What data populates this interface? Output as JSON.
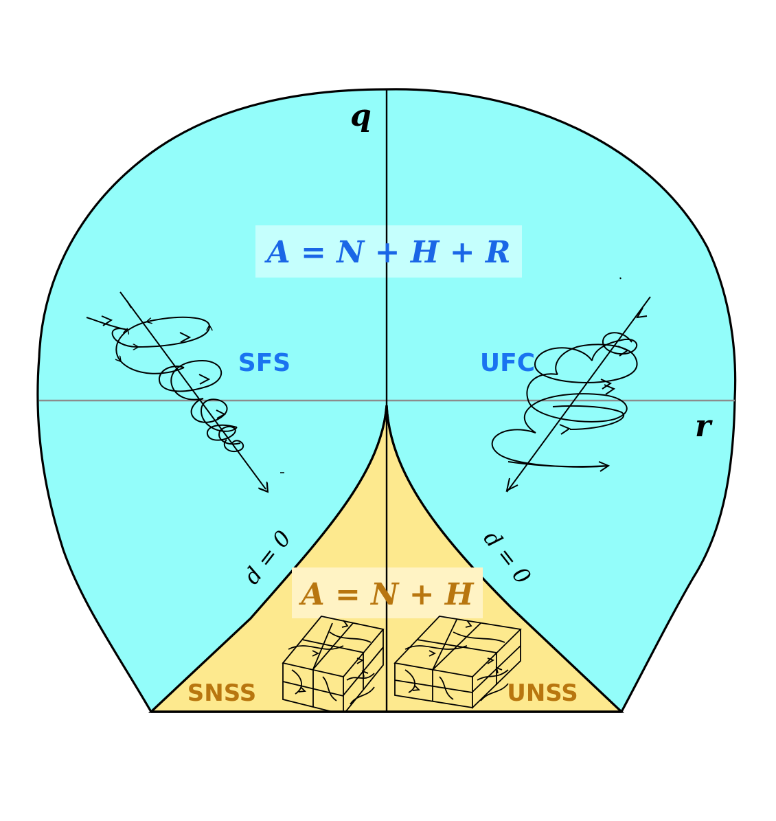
{
  "colors": {
    "outer_region": "#93fdfa",
    "inner_region": "#fde98e",
    "outline": "#000000",
    "axis_gray": "#8c8c8c",
    "blue_text": "#1a73f0",
    "gold_text": "#b8760f"
  },
  "axes": {
    "vertical": "q",
    "horizontal": "r"
  },
  "formulas": {
    "outer": "A = N + H + R",
    "inner": "A = N + H"
  },
  "regions": {
    "upper_left": "SFS",
    "upper_right": "UFC",
    "lower_left": "SNSS",
    "lower_right": "UNSS"
  },
  "boundary_label": "d = 0",
  "icons": {
    "left_orbit": "shrinking-spiral-trajectory-icon",
    "right_orbit": "expanding-spiral-trajectory-icon",
    "left_cube": "flow-network-cube-icon",
    "right_cube": "flow-network-cube-icon"
  }
}
